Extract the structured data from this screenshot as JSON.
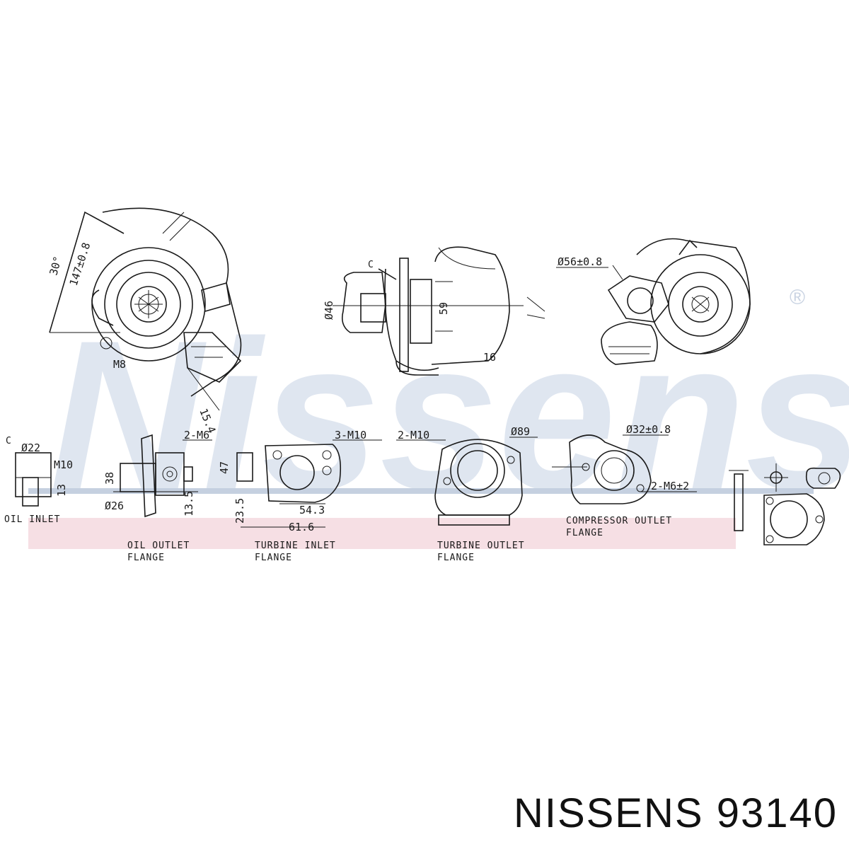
{
  "watermark": {
    "text": "Nissens",
    "registered": "®"
  },
  "labels": {
    "oil_inlet": "OIL INLET",
    "oil_outlet_1": "OIL OUTLET",
    "oil_outlet_2": "FLANGE",
    "turbine_inlet_1": "TURBINE INLET",
    "turbine_inlet_2": "FLANGE",
    "turbine_outlet_1": "TURBINE OUTLET",
    "turbine_outlet_2": "FLANGE",
    "compressor_outlet_1": "COMPRESSOR OUTLET",
    "compressor_outlet_2": "FLANGE",
    "view_c": "C",
    "view_c_top": "C"
  },
  "dimensions": {
    "angle": "30°",
    "d147": "147±0.8",
    "m8": "M8",
    "d15_4": "15.4",
    "d46": "Ø46",
    "d59": "59",
    "d16": "16",
    "d56": "Ø56±0.8",
    "d22": "Ø22",
    "m10_oil": "M10",
    "d13": "13",
    "d38": "38",
    "d2m6": "2-M6",
    "d26": "Ø26",
    "d13_5": "13.5",
    "d47": "47",
    "d3m10": "3-M10",
    "d23_5": "23.5",
    "d54_3": "54.3",
    "d61_6": "61.6",
    "d2m10": "2-M10",
    "d89": "Ø89",
    "d32": "Ø32±0.8",
    "d2m6_c": "2-M6±2"
  },
  "footer": {
    "brand": "NISSENS",
    "part_number": "93140"
  },
  "colors": {
    "watermark": "#dfe6f0",
    "band": "#f6dfe4",
    "line": "#1a1a1a"
  }
}
